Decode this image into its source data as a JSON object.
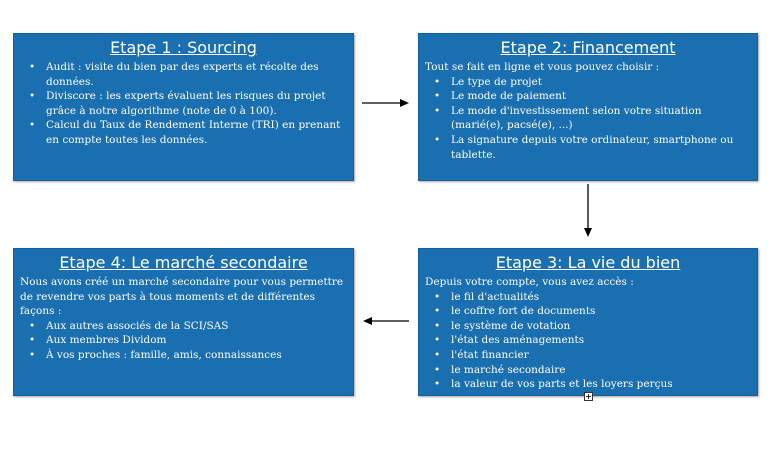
{
  "steps": [
    {
      "title": "Etape 1 : Sourcing",
      "intro": "",
      "items": [
        "Audit : visite du bien par des experts et récolte des données.",
        "Diviscore : les experts évaluent les risques du projet grâce à notre algorithme (note de 0 à 100).",
        "Calcul du Taux de Rendement Interne (TRI) en prenant en compte toutes les données."
      ]
    },
    {
      "title": "Etape 2: Financement",
      "intro": "Tout se fait en ligne et vous pouvez choisir :",
      "items": [
        "Le type de projet",
        "Le mode de paiement",
        "Le mode d'investissement selon votre situation (marié(e), pacsé(e), ...)",
        "La signature depuis votre ordinateur, smartphone ou tablette."
      ]
    },
    {
      "title": "Etape 3: La vie du bien",
      "intro": "Depuis votre compte, vous avez accès :",
      "items": [
        "le fil d'actualités",
        "le coffre fort de documents",
        "le système de votation",
        "l'état des aménagements",
        "l'état financier",
        "le marché secondaire",
        "la valeur de vos parts et les loyers perçus"
      ]
    },
    {
      "title": "Etape 4: Le marché secondaire",
      "intro": "Nous avons créé un marché secondaire pour vous permettre de revendre vos parts à tous moments  et de différentes façons :",
      "items": [
        "Aux autres associés de la SCI/SAS",
        "Aux membres Dividom",
        "À vos proches : famille, amis, connaissances"
      ]
    }
  ],
  "colors": {
    "box_fill": "#1a6fb0",
    "text": "#ffffff",
    "arrow": "#000000"
  }
}
